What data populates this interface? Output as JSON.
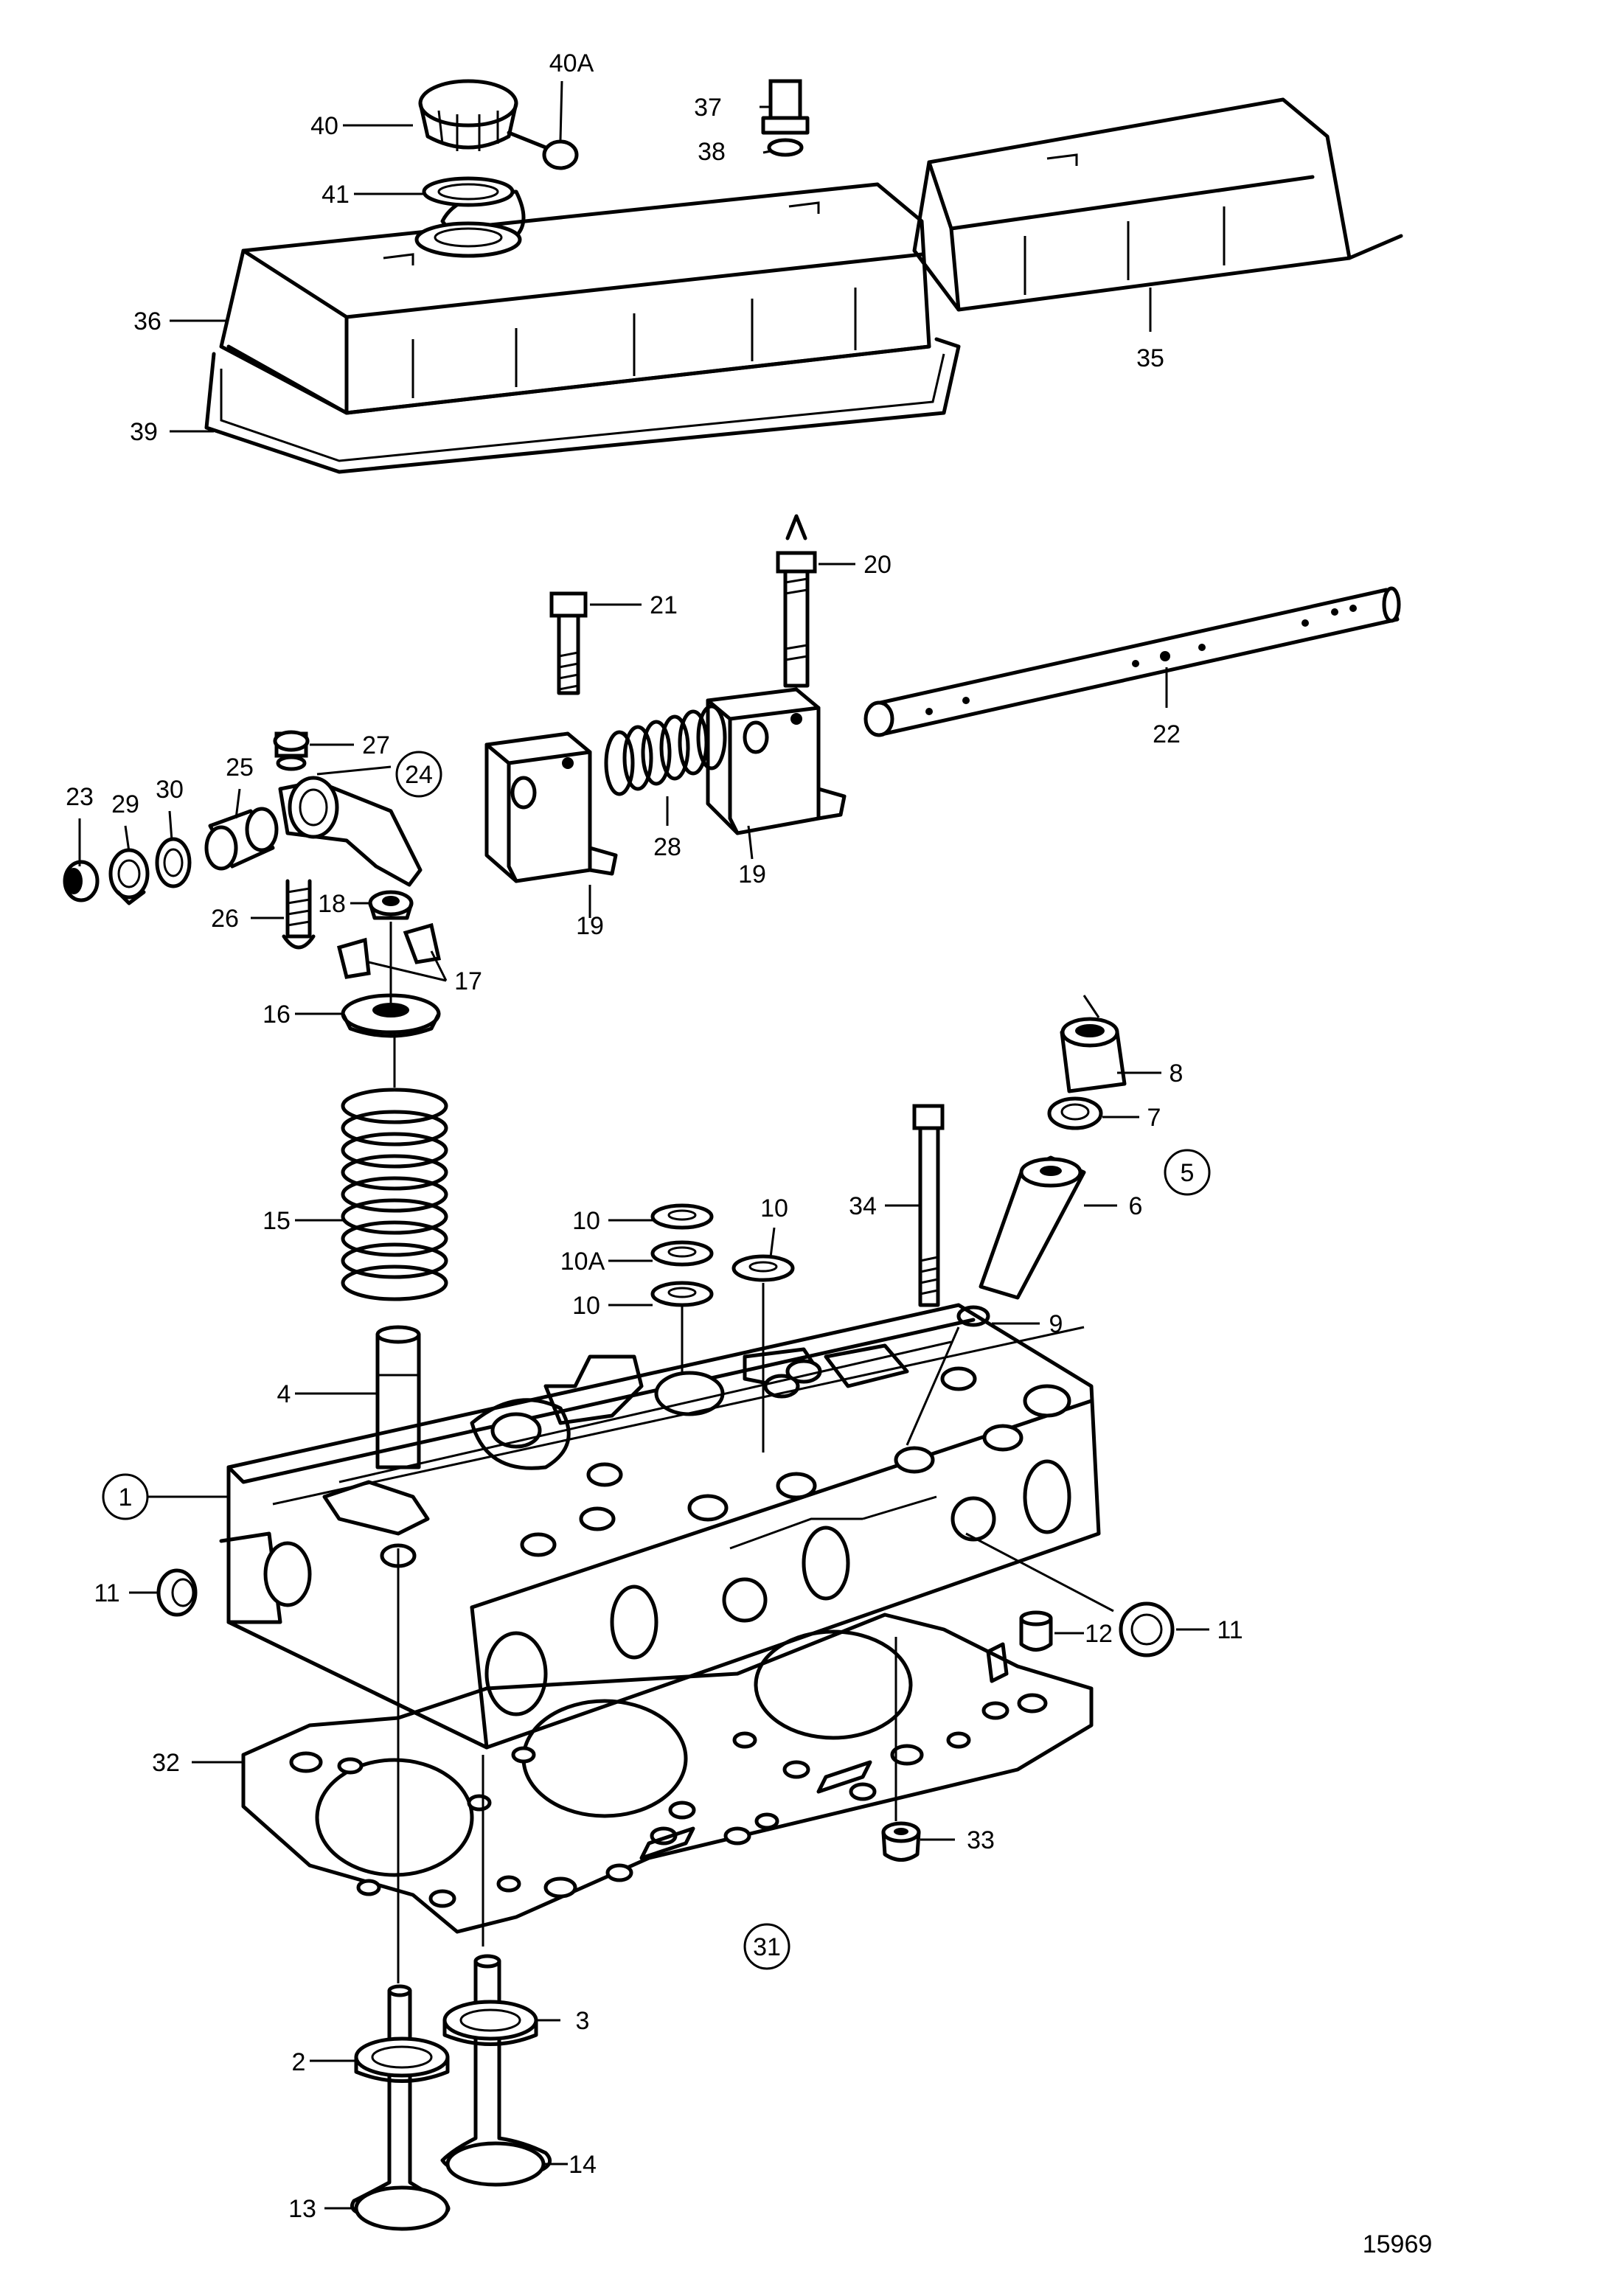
{
  "figure_number": "15969",
  "labels": {
    "p1": "1",
    "p2": "2",
    "p3": "3",
    "p4": "4",
    "p5": "5",
    "p6": "6",
    "p7": "7",
    "p8": "8",
    "p9": "9",
    "p10a": "10",
    "p10b": "10",
    "p10c": "10",
    "p10A": "10A",
    "p11a": "11",
    "p11b": "11",
    "p12": "12",
    "p13": "13",
    "p14": "14",
    "p15": "15",
    "p16": "16",
    "p17": "17",
    "p18": "18",
    "p19a": "19",
    "p19b": "19",
    "p20": "20",
    "p21": "21",
    "p22": "22",
    "p23": "23",
    "p24": "24",
    "p25": "25",
    "p26": "26",
    "p27": "27",
    "p28": "28",
    "p29": "29",
    "p30": "30",
    "p31": "31",
    "p32": "32",
    "p33": "33",
    "p34": "34",
    "p35": "35",
    "p36": "36",
    "p37": "37",
    "p38": "38",
    "p39": "39",
    "p40": "40",
    "p40A": "40A",
    "p41": "41"
  }
}
